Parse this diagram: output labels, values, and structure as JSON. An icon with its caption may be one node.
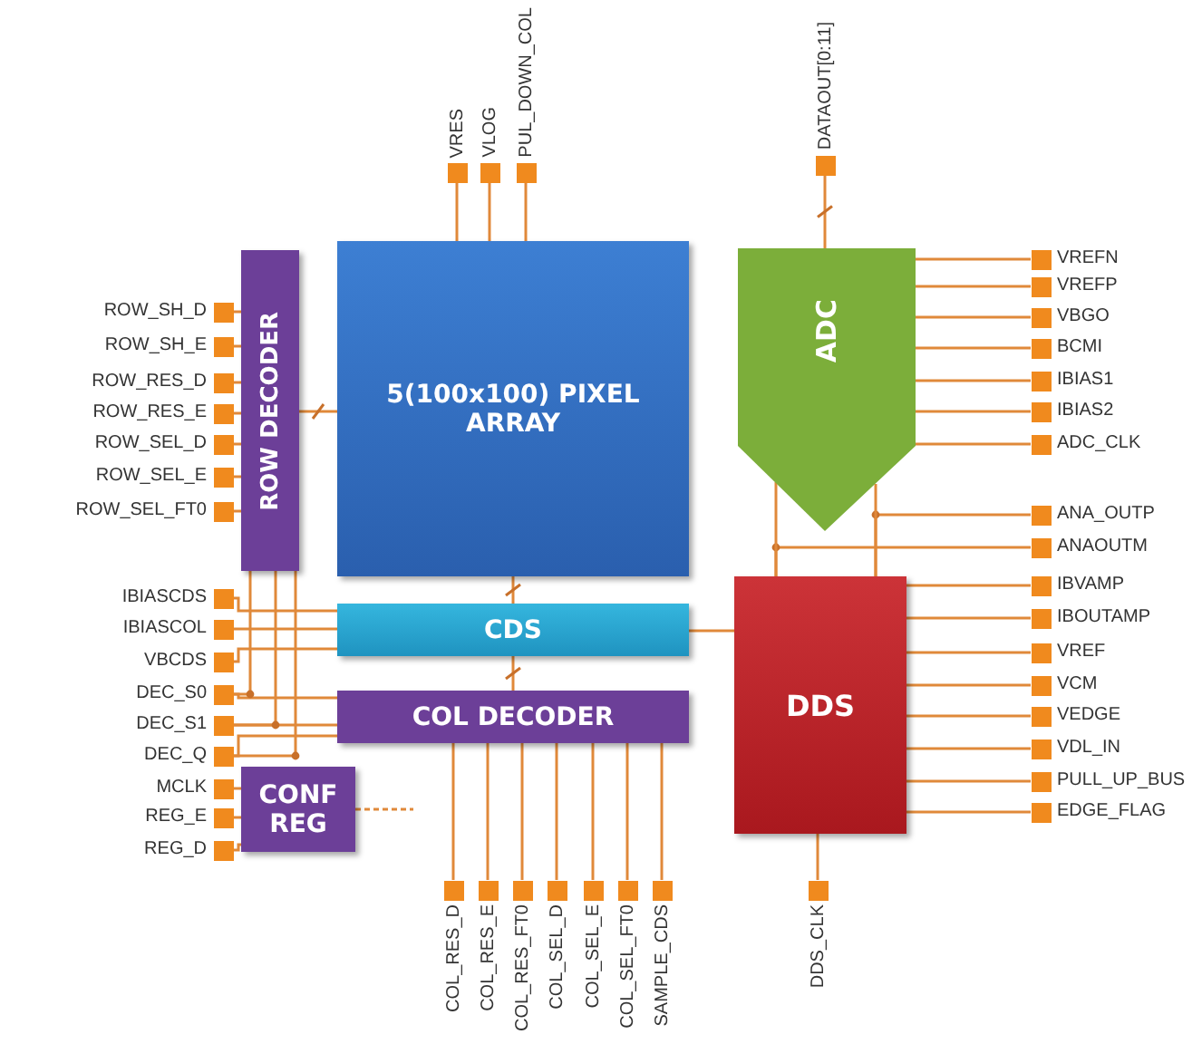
{
  "diagram": {
    "nodes": [
      {
        "text": [
          "5(100x100) PIXEL ARRAY"
        ]
      },
      {
        "text": [
          "ROW DECODER"
        ]
      },
      {
        "text": [
          "CDS"
        ]
      },
      {
        "text": [
          "COL DECODER"
        ]
      },
      {
        "text": [
          "CONF REG"
        ]
      },
      {
        "text": [
          "ADC"
        ]
      },
      {
        "text": [
          "DDS"
        ]
      },
      {
        "text": [],
        "shape": "box",
        "beside": [
          "ROW_SH_D"
        ]
      },
      {
        "text": [],
        "shape": "box",
        "beside": [
          "ROW_SH_E"
        ]
      },
      {
        "text": [],
        "shape": "box",
        "beside": [
          "ROW_RES_D"
        ]
      },
      {
        "text": [],
        "shape": "box",
        "beside": [
          "ROW_RES_E"
        ]
      },
      {
        "text": [],
        "shape": "box",
        "beside": [
          "ROW_SEL_D"
        ]
      },
      {
        "text": [],
        "shape": "box",
        "beside": [
          "ROW_SEL_E"
        ]
      },
      {
        "text": [],
        "shape": "box",
        "beside": [
          "ROW_SEL_FT0"
        ]
      },
      {
        "text": [],
        "shape": "box",
        "beside": [
          "IBIASCDS"
        ]
      },
      {
        "text": [],
        "shape": "box",
        "beside": [
          "IBIASCOL"
        ]
      },
      {
        "text": [],
        "shape": "box",
        "beside": [
          "VBCDS"
        ]
      },
      {
        "text": [],
        "shape": "box",
        "beside": [
          "DEC_S0"
        ]
      },
      {
        "text": [],
        "shape": "box",
        "beside": [
          "DEC_S1"
        ]
      },
      {
        "text": [],
        "shape": "box",
        "beside": [
          "DEC_Q"
        ]
      },
      {
        "text": [],
        "shape": "box",
        "beside": [
          "MCLK"
        ]
      },
      {
        "text": [],
        "shape": "box",
        "beside": [
          "REG_E"
        ]
      },
      {
        "text": [],
        "shape": "box",
        "beside": [
          "REG_D"
        ]
      },
      {
        "text": [],
        "shape": "box",
        "beside": [
          "VRES"
        ]
      },
      {
        "text": [],
        "shape": "box",
        "beside": [
          "VLOG"
        ]
      },
      {
        "text": [],
        "shape": "box",
        "beside": [
          "PUL_DOWN_COL"
        ]
      },
      {
        "text": [],
        "shape": "box",
        "beside": [
          "DATAOUT[0:11]"
        ]
      },
      {
        "text": [],
        "shape": "box",
        "beside": [
          "VREFN"
        ]
      },
      {
        "text": [],
        "shape": "box",
        "beside": [
          "VREFP"
        ]
      },
      {
        "text": [],
        "shape": "box",
        "beside": [
          "VBGO"
        ]
      },
      {
        "text": [],
        "shape": "box",
        "beside": [
          "BCMI"
        ]
      },
      {
        "text": [],
        "shape": "box",
        "beside": [
          "IBIAS1"
        ]
      },
      {
        "text": [],
        "shape": "box",
        "beside": [
          "IBIAS2"
        ]
      },
      {
        "text": [],
        "shape": "box",
        "beside": [
          "ADC_CLK"
        ]
      },
      {
        "text": [],
        "shape": "box",
        "beside": [
          "ANA_OUTP"
        ]
      },
      {
        "text": [],
        "shape": "box",
        "beside": [
          "ANAOUTM"
        ]
      },
      {
        "text": [],
        "shape": "box",
        "beside": [
          "IBVAMP"
        ]
      },
      {
        "text": [],
        "shape": "box",
        "beside": [
          "IBOUTAMP"
        ]
      },
      {
        "text": [],
        "shape": "box",
        "beside": [
          "VREF"
        ]
      },
      {
        "text": [],
        "shape": "box",
        "beside": [
          "VCM"
        ]
      },
      {
        "text": [],
        "shape": "box",
        "beside": [
          "VEDGE"
        ]
      },
      {
        "text": [],
        "shape": "box",
        "beside": [
          "VDL_IN"
        ]
      },
      {
        "text": [],
        "shape": "box",
        "beside": [
          "PULL_UP_BUS"
        ]
      },
      {
        "text": [],
        "shape": "box",
        "beside": [
          "EDGE_FLAG"
        ]
      },
      {
        "text": [],
        "shape": "box",
        "beside": [
          "COL_RES_D"
        ]
      },
      {
        "text": [],
        "shape": "box",
        "beside": [
          "COL_RES_E"
        ]
      },
      {
        "text": [],
        "shape": "box",
        "beside": [
          "COL_RES_FT0"
        ]
      },
      {
        "text": [],
        "shape": "box",
        "beside": [
          "COL_SEL_D"
        ]
      },
      {
        "text": [],
        "shape": "box",
        "beside": [
          "COL_SEL_E"
        ]
      },
      {
        "text": [],
        "shape": "box",
        "beside": [
          "COL_SEL_FT0"
        ]
      },
      {
        "text": [],
        "shape": "box",
        "beside": [
          "SAMPLE_CDS"
        ]
      },
      {
        "text": [],
        "shape": "box",
        "beside": [
          "DDS_CLK"
        ]
      }
    ],
    "edges": [
      {
        "from": 7,
        "to": 1,
        "arrow": "none"
      },
      {
        "from": 8,
        "to": 1,
        "arrow": "none"
      },
      {
        "from": 9,
        "to": 1,
        "arrow": "none"
      },
      {
        "from": 10,
        "to": 1,
        "arrow": "none"
      },
      {
        "from": 11,
        "to": 1,
        "arrow": "none"
      },
      {
        "from": 12,
        "to": 1,
        "arrow": "none"
      },
      {
        "from": 13,
        "to": 1,
        "arrow": "none"
      },
      {
        "from": 14,
        "to": 2,
        "arrow": "none"
      },
      {
        "from": 15,
        "to": 2,
        "arrow": "none"
      },
      {
        "from": 16,
        "to": 2,
        "arrow": "none"
      },
      {
        "from": 17,
        "to": 3,
        "arrow": "none"
      },
      {
        "from": 17,
        "to": 1,
        "arrow": "none"
      },
      {
        "from": 18,
        "to": 3,
        "arrow": "none"
      },
      {
        "from": 18,
        "to": 1,
        "arrow": "none"
      },
      {
        "from": 19,
        "to": 3,
        "arrow": "none"
      },
      {
        "from": 19,
        "to": 1,
        "arrow": "none"
      },
      {
        "from": 20,
        "to": 4,
        "arrow": "none"
      },
      {
        "from": 21,
        "to": 4,
        "arrow": "none"
      },
      {
        "from": 22,
        "to": 4,
        "arrow": "none"
      },
      {
        "from": 23,
        "to": 0,
        "arrow": "none"
      },
      {
        "from": 24,
        "to": 0,
        "arrow": "none"
      },
      {
        "from": 25,
        "to": 0,
        "arrow": "none"
      },
      {
        "from": 26,
        "to": 5,
        "arrow": "none"
      },
      {
        "from": 27,
        "to": 5,
        "arrow": "none"
      },
      {
        "from": 28,
        "to": 5,
        "arrow": "none"
      },
      {
        "from": 29,
        "to": 5,
        "arrow": "none"
      },
      {
        "from": 30,
        "to": 5,
        "arrow": "none"
      },
      {
        "from": 31,
        "to": 5,
        "arrow": "none"
      },
      {
        "from": 32,
        "to": 5,
        "arrow": "none"
      },
      {
        "from": 33,
        "to": 5,
        "arrow": "none"
      },
      {
        "from": 34,
        "to": 6,
        "arrow": "none"
      },
      {
        "from": 35,
        "to": 6,
        "arrow": "none"
      },
      {
        "from": 36,
        "to": 6,
        "arrow": "none"
      },
      {
        "from": 37,
        "to": 6,
        "arrow": "none"
      },
      {
        "from": 38,
        "to": 6,
        "arrow": "none"
      },
      {
        "from": 39,
        "to": 6,
        "arrow": "none"
      },
      {
        "from": 40,
        "to": 6,
        "arrow": "none"
      },
      {
        "from": 41,
        "to": 6,
        "arrow": "none"
      },
      {
        "from": 42,
        "to": 6,
        "arrow": "none"
      },
      {
        "from": 43,
        "to": 6,
        "arrow": "none"
      },
      {
        "from": 44,
        "to": 3,
        "arrow": "none"
      },
      {
        "from": 45,
        "to": 3,
        "arrow": "none"
      },
      {
        "from": 46,
        "to": 3,
        "arrow": "none"
      },
      {
        "from": 47,
        "to": 3,
        "arrow": "none"
      },
      {
        "from": 48,
        "to": 3,
        "arrow": "none"
      },
      {
        "from": 49,
        "to": 3,
        "arrow": "none"
      },
      {
        "from": 50,
        "to": 3,
        "arrow": "none"
      },
      {
        "from": 51,
        "to": 6,
        "arrow": "none"
      },
      {
        "from": 1,
        "to": 0,
        "arrow": "none"
      },
      {
        "from": 0,
        "to": 2,
        "arrow": "none"
      },
      {
        "from": 2,
        "to": 3,
        "arrow": "none"
      },
      {
        "from": 2,
        "to": 6,
        "arrow": "none"
      },
      {
        "from": 5,
        "to": 6,
        "arrow": "none"
      },
      {
        "from": 5,
        "to": 6,
        "arrow": "none"
      },
      {
        "from": 4,
        "to": null,
        "arrow": "none",
        "style": "dashed"
      }
    ]
  }
}
